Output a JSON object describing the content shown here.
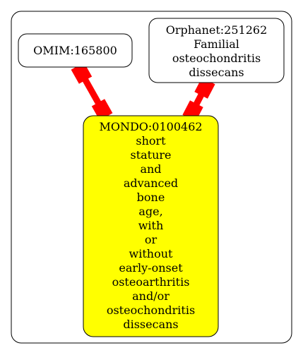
{
  "nodes": {
    "omim": {
      "lines": [
        "OMIM:165800"
      ],
      "fill": "#ffffff"
    },
    "orphanet": {
      "lines": [
        "Orphanet:251262",
        "Familial",
        "osteochondritis",
        "dissecans"
      ],
      "fill": "#ffffff"
    },
    "mondo": {
      "lines": [
        "MONDO:0100462",
        "short",
        "stature",
        "and",
        "advanced",
        "bone",
        "age,",
        "with",
        "or",
        "without",
        "early-onset",
        "osteoarthritis",
        "and/or",
        "osteochondritis",
        "dissecans"
      ],
      "fill": "#ffff00"
    }
  },
  "edges": [
    {
      "from": "omim",
      "to": "mondo",
      "color": "#ff0000",
      "arrow_both_ends": true
    },
    {
      "from": "orphanet",
      "to": "mondo",
      "color": "#ff0000",
      "arrow_both_ends": true
    }
  ],
  "colors": {
    "edge": "#ff0000",
    "highlight_node": "#ffff00",
    "border": "#000000"
  }
}
